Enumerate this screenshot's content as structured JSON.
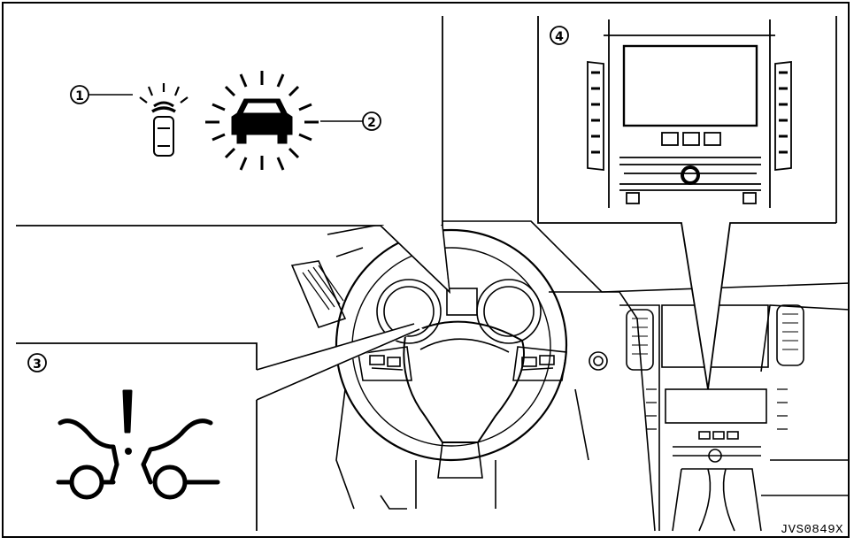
{
  "figure": {
    "figure_code": "JVS0849X",
    "callouts": [
      "1",
      "2",
      "3",
      "4"
    ],
    "colors": {
      "line": "#000000",
      "background": "#ffffff",
      "shading": "#d9d9d9"
    }
  }
}
